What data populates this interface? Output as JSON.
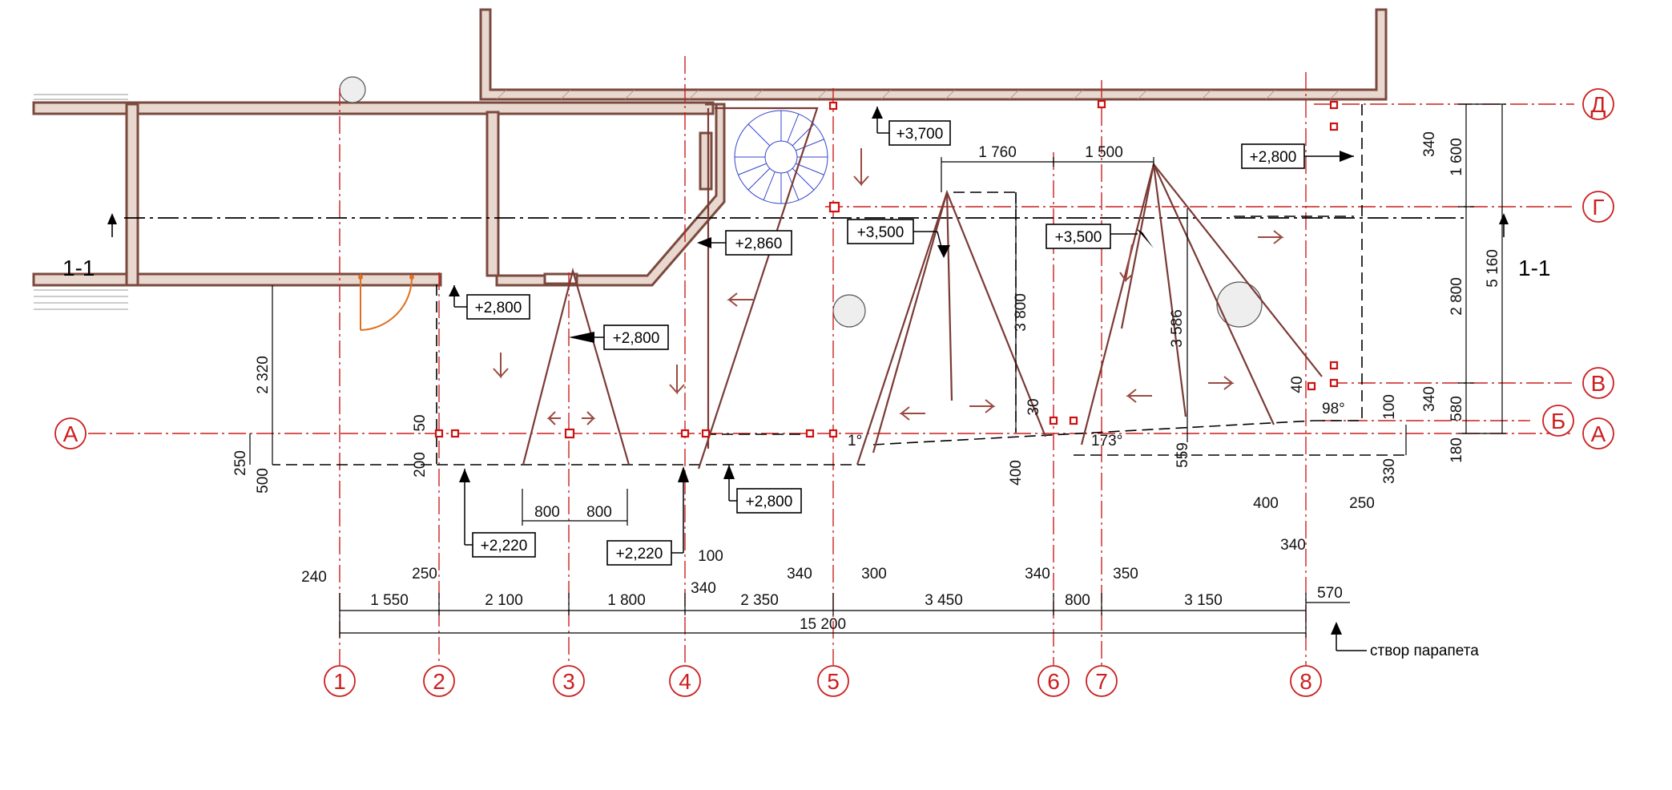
{
  "section_labels": {
    "left": "1-1",
    "right": "1-1"
  },
  "axes_vertical": [
    "1",
    "2",
    "3",
    "4",
    "5",
    "6",
    "7",
    "8"
  ],
  "axes_horizontal": {
    "left_a": "А",
    "right_a": "А",
    "b": "Б",
    "v": "В",
    "g": "Г",
    "d": "Д"
  },
  "levels": {
    "l3700": "+3,700",
    "l2800_right": "+2,800",
    "l2860": "+2,860",
    "l3500_left": "+3,500",
    "l3500_right": "+3,500",
    "l2800_door": "+2,800",
    "l2800_ridge3": "+2,800",
    "l2220_left": "+2,220",
    "l2220_mid": "+2,220",
    "l2800_bottom": "+2,800"
  },
  "top_dims": {
    "d1760": "1 760",
    "d1500": "1 500"
  },
  "vertical_dims": {
    "d2320": "2 320",
    "d3800": "3 800",
    "d3586": "3 586",
    "d1600": "1 600",
    "d340_top": "340",
    "d2800": "2 800",
    "d5160": "5 160",
    "d580": "580",
    "d180": "180",
    "d340_right": "340",
    "d100": "100",
    "d330": "330",
    "d559": "559",
    "d400_mid": "400",
    "d30": "30",
    "d40": "40",
    "d50": "50",
    "d250": "250",
    "d500": "500",
    "d200": "200"
  },
  "small_dims": {
    "d800a": "800",
    "d800b": "800",
    "d100": "100",
    "d340_a4": "340",
    "d340_a5": "340",
    "d300": "300",
    "d340_a6": "340",
    "d350": "350",
    "d400": "400",
    "d250_r": "250",
    "d340_r": "340",
    "d240": "240",
    "d250_a2": "250",
    "d570": "570"
  },
  "chain_dims": [
    "1 550",
    "2 100",
    "1 800",
    "2 350",
    "3 450",
    "800",
    "3 150"
  ],
  "overall_dim": "15 200",
  "angles": {
    "a1": "1°",
    "a173": "173°",
    "a98": "98°"
  },
  "note": "створ парапета"
}
